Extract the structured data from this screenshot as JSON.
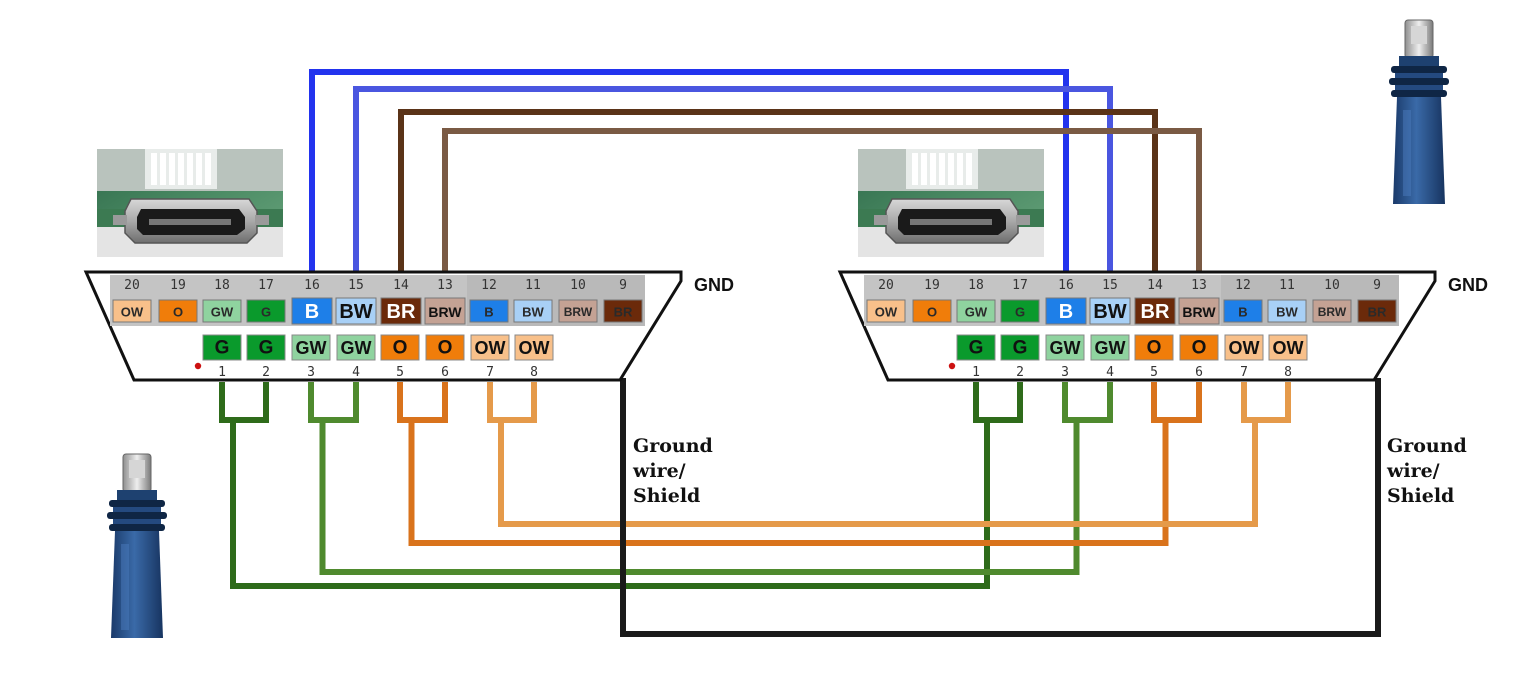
{
  "colors": {
    "G": "#0a9a2c",
    "GW": "#8fd39f",
    "O": "#f07d0a",
    "OW": "#f8c08a",
    "B": "#1e7fe8",
    "BW": "#a8d0f6",
    "BR": "#6b2a0a",
    "BRW": "#c4a294",
    "wire_green": "#2e6b1a",
    "wire_green_white": "#4f8a2e",
    "wire_orange": "#d9731c",
    "wire_orange_white": "#e59a4a",
    "wire_blue": "#2233ee",
    "wire_blue_white": "#4a56e0",
    "wire_brown": "#5a3318",
    "wire_brown_white": "#7a5a44",
    "ground_wire": "#1a1a1a",
    "pin1_marker": "#cc1111"
  },
  "top_row": [
    {
      "pin": "20",
      "label": "OW"
    },
    {
      "pin": "19",
      "label": "O"
    },
    {
      "pin": "18",
      "label": "GW"
    },
    {
      "pin": "17",
      "label": "G"
    },
    {
      "pin": "16",
      "label": "B"
    },
    {
      "pin": "15",
      "label": "BW"
    },
    {
      "pin": "14",
      "label": "BR"
    },
    {
      "pin": "13",
      "label": "BRW"
    },
    {
      "pin": "12",
      "label": "B"
    },
    {
      "pin": "11",
      "label": "BW"
    },
    {
      "pin": "10",
      "label": "BRW"
    },
    {
      "pin": "9",
      "label": "BR"
    }
  ],
  "bottom_row": [
    {
      "pin": "1",
      "label": "G"
    },
    {
      "pin": "2",
      "label": "G"
    },
    {
      "pin": "3",
      "label": "GW"
    },
    {
      "pin": "4",
      "label": "GW"
    },
    {
      "pin": "5",
      "label": "O"
    },
    {
      "pin": "6",
      "label": "O"
    },
    {
      "pin": "7",
      "label": "OW"
    },
    {
      "pin": "8",
      "label": "OW"
    }
  ],
  "gnd_label": "GND",
  "shield_label": [
    "Ground",
    "wire/",
    "Shield"
  ],
  "icons": [
    "micro-hdmi-port-photo-icon",
    "cable-plug-icon"
  ]
}
